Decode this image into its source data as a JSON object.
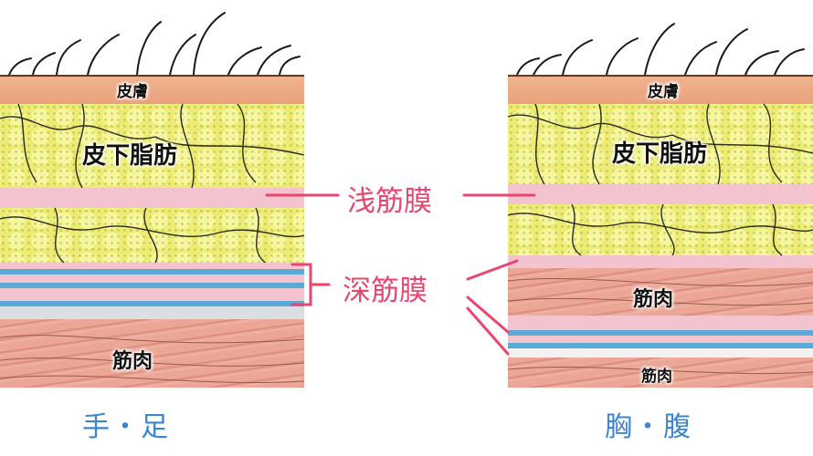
{
  "left_panel": {
    "skin": "皮膚",
    "fat": "皮下脂肪",
    "muscle": "筋肉",
    "caption": "手・足"
  },
  "right_panel": {
    "skin": "皮膚",
    "fat": "皮下脂肪",
    "muscle_upper": "筋肉",
    "muscle_lower": "筋肉",
    "caption": "胸・腹"
  },
  "callouts": {
    "superficial_fascia": "浅筋膜",
    "deep_fascia": "深筋膜"
  },
  "colors": {
    "callout": "#e9456e",
    "caption": "#3b86cf",
    "skin": "#efaa86",
    "fat": "#ecec74",
    "fascia_pink": "#f3c4d0",
    "fascia_blue": "#5aaad6",
    "muscle": "#eba696"
  }
}
